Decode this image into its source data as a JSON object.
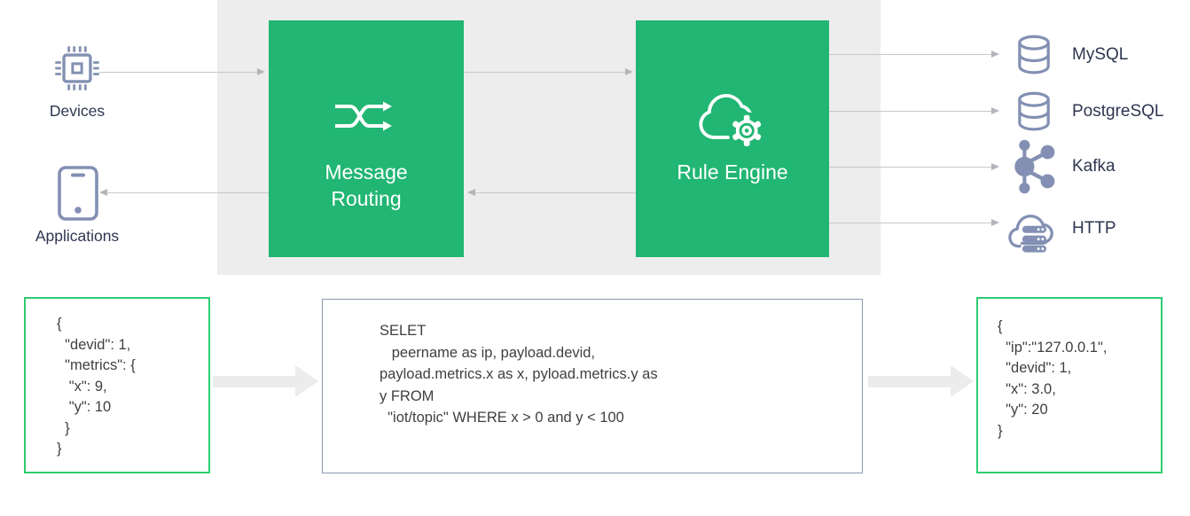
{
  "diagram": {
    "sources": [
      {
        "label": "Devices"
      },
      {
        "label": "Applications"
      }
    ],
    "stages": [
      {
        "label": "Message Routing"
      },
      {
        "label": "Rule Engine"
      }
    ],
    "sinks": [
      {
        "label": "MySQL"
      },
      {
        "label": "PostgreSQL"
      },
      {
        "label": "Kafka"
      },
      {
        "label": "HTTP"
      }
    ]
  },
  "code": {
    "input_json": "{\n  \"devid\": 1,\n  \"metrics\": {\n   \"x\": 9,\n   \"y\": 10\n  }\n}",
    "rule_sql": "SELET\n   peername as ip, payload.devid,\npayload.metrics.x as x, pyload.metrics.y as\ny FROM\n  \"iot/topic\" WHERE x > 0 and y < 100",
    "output_json": "{\n  \"ip\":\"127.0.0.1\",\n  \"devid\": 1,\n  \"x\": 3.0,\n  \"y\": 20\n}"
  },
  "colors": {
    "stage_green": "#21b673",
    "panel_gray": "#ededed",
    "icon_slate": "#8390b3",
    "json_box_border_green": "#2ecc71",
    "sql_box_border": "#8b97b1",
    "connector_gray": "#c7c8cc",
    "big_arrow_gray": "#ececec"
  }
}
